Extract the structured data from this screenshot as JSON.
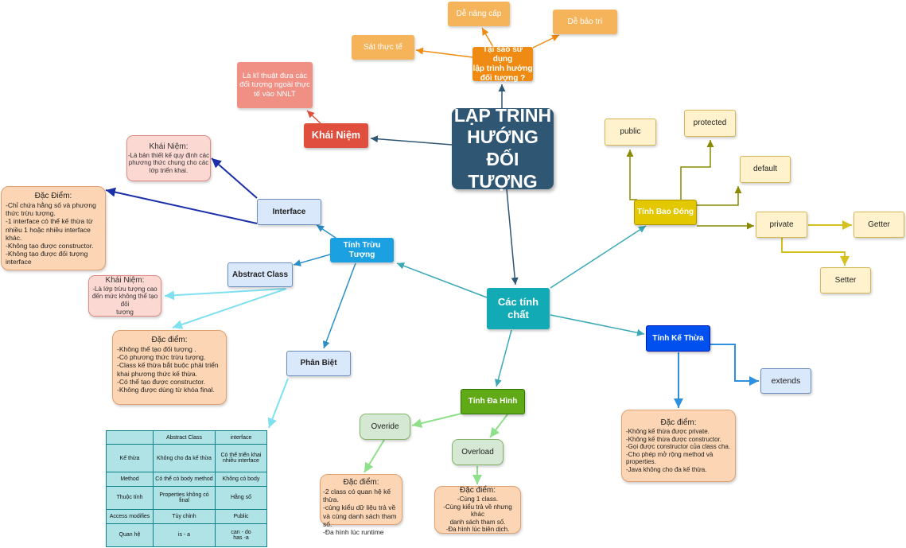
{
  "colors": {
    "title": "#2f5773",
    "orange": "#ef8b12",
    "red": "#e04f3e",
    "teal": "#12aab5",
    "cyan": "#1ba1e2",
    "yellow": "#e3c800",
    "blue": "#0050ef",
    "green": "#60a917"
  },
  "nodes": {
    "main_title": "LẬP TRÌNH\nHƯỚNG ĐỐI\nTƯỢNG",
    "why_oop": "Tại sao sử dụng\nlập trình hướng\nđối tượng ?",
    "easy_upgrade": "Dễ nâng cấp",
    "easy_maintain": "Dễ bảo trì",
    "realistic": "Sát thực tế",
    "concept": "Khái Niệm",
    "concept_desc": "Là kĩ thuật đưa các\nđối tượng ngoài thực\ntế vào NNLT",
    "properties": "Các tính\nchất",
    "abstraction": "Tính Trừu\nTượng",
    "interface": "Interface",
    "interface_concept_title": "Khái Niệm:",
    "interface_concept_body": "-Là bản thiết kế quy định các\nphương thức chung cho các\nlớp triển khai.",
    "interface_features_title": "Đặc Điểm:",
    "interface_features_body": "-Chỉ chứa hằng số và phương\nthức trừu tượng.\n-1 interface có thể kế thừa từ\nnhiều 1 hoặc nhiều interface khác.\n-Không tạo được constructor.\n-Không tạo được đối tượng\ninterface",
    "abstract_class": "Abstract Class",
    "abstract_concept_title": "Khái Niệm:",
    "abstract_concept_body": "-Là lớp trừu tượng cao\nđến mức không thể tạo đối\ntượng",
    "abstract_features_title": "Đặc điểm:",
    "abstract_features_body": "-Không thể tạo đối tượng .\n-Có phương thức trừu tượng.\n-Class kế thừa bắt buộc phải triển\nkhai phương thức kế thừa.\n-Có thể tạo được constructor.\n-Không được dùng từ khóa final.",
    "distinguish": "Phân Biệt",
    "encapsulation": "Tính Bao Đóng",
    "public": "public",
    "protected": "protected",
    "default": "default",
    "private": "private",
    "getter": "Getter",
    "setter": "Setter",
    "inheritance": "Tính Kế Thừa",
    "extends": "extends",
    "inheritance_features_title": "Đặc điểm:",
    "inheritance_features_body": "-Không kế thừa được private.\n-Không kế thừa được constructor.\n-Gọi được constructor của class cha.\n-Cho phép mở rộng method và properties.\n-Java không cho đa kế thừa.",
    "polymorphism": "Tính Đa Hình",
    "override": "Overide",
    "overload": "Overload",
    "override_features_title": "Đặc điểm:",
    "override_features_body": "-2 class có quan hệ kế thừa.\n-cùng kiểu dữ liệu trả về\nvà cùng danh sách tham\nsố.\n-Đa hình lúc runtime",
    "overload_features_title": "Đặc điểm:",
    "overload_features_body": "-Cùng 1 class.\n-Cùng kiểu trả về nhưng khác\ndanh sách tham số.\n-Đa hình lúc biên dịch."
  },
  "comparison_table": {
    "headers": [
      "",
      "Abstract Class",
      "interface"
    ],
    "rows": [
      [
        "Kế thừa",
        "Không cho đa kế thừa",
        "Có thể triển khai\nnhiều interface"
      ],
      [
        "Method",
        "Có thể có body method",
        "Không có body"
      ],
      [
        "Thuộc tính",
        "Properties không có final",
        "Hằng số"
      ],
      [
        "Access modifies",
        "Tùy chỉnh",
        "Public"
      ],
      [
        "Quan hệ",
        "is - a",
        "can - do\nhas -a"
      ]
    ]
  }
}
